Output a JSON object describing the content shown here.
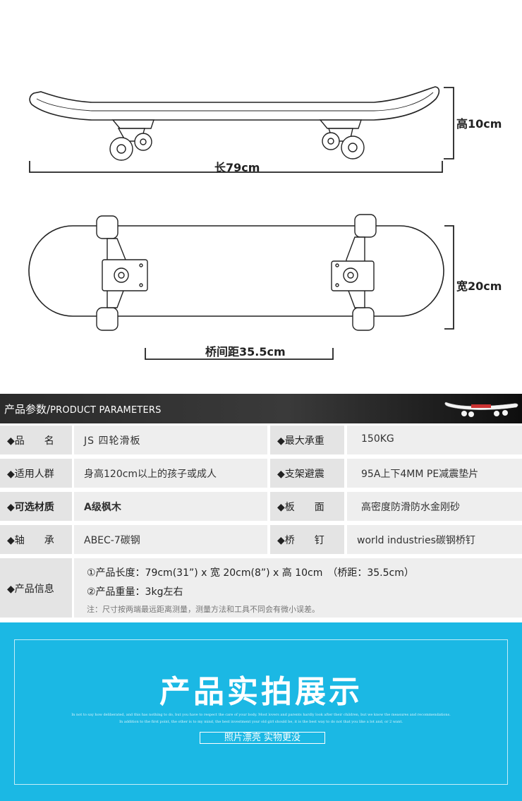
{
  "diagram": {
    "height_label": "高10cm",
    "length_label": "长79cm",
    "width_label": "宽20cm",
    "wheelbase_label": "桥间距35.5cm"
  },
  "header": {
    "title_cn": "产品参数/",
    "title_en": "PRODUCT PARAMETERS"
  },
  "params": [
    {
      "label": "◆品　　名",
      "value": "JS 四轮滑板",
      "label2": "◆最大承重",
      "value2": "150KG"
    },
    {
      "label": "◆适用人群",
      "value": "身高120cm以上的孩子或成人",
      "label2": "◆支架避震",
      "value2": "95A上下4MM PE减震垫片"
    },
    {
      "label": "◆可选材质",
      "value": "A级枫木",
      "label2": "◆板　　面",
      "value2": "高密度防滑防水金刚砂"
    },
    {
      "label": "◆轴　　承",
      "value": "ABEC-7碳钢",
      "label2": "◆桥　　钉",
      "value2": "world industries碳钢桥钉"
    }
  ],
  "info": {
    "label": "◆产品信息",
    "line1": "①产品长度：79cm(31”) x 宽 20cm(8”) x 高 10cm　（桥距：35.5cm）",
    "line2": "②产品重量：3kg左右",
    "note": "注：尺寸按两端最远距离测量，测量方法和工具不同会有微小误差。"
  },
  "banner": {
    "title": "产品实拍展示",
    "eng1": "In not to say how deliberated, and this has nothing to do, but you have to respect the care of your body. Most lovers and parents hardly look after their children, but we know the measures and recommendations.",
    "eng2": "In addition to the first point, the other is to my mind, the best investment your old girl should be, it is the best way to do not that you like a lot and, or 2 want.",
    "subtitle": "照片漂亮  实物更没"
  },
  "colors": {
    "banner_bg": "#1bb8e4",
    "header_bg": "#2b2b2b",
    "cell_bg": "#eeeeee",
    "label_bg": "#e4e4e4"
  }
}
